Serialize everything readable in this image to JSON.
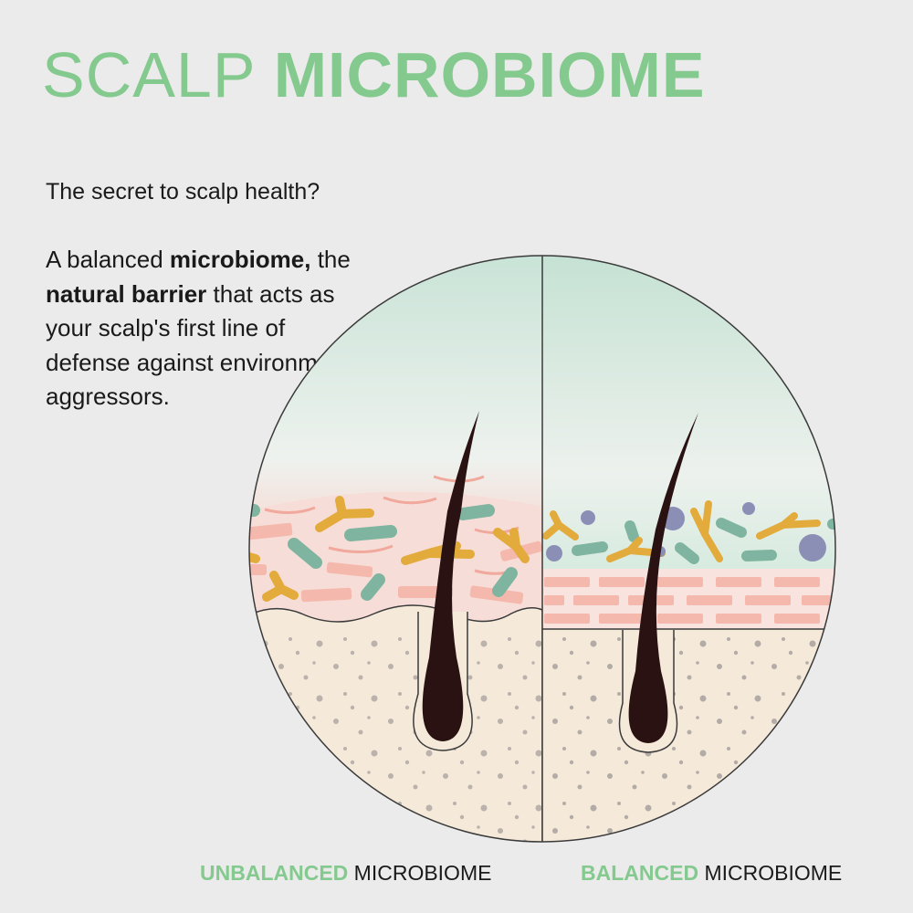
{
  "title": {
    "light": "SCALP",
    "bold": "MICROBIOME"
  },
  "question": "The secret to scalp health?",
  "paragraph": {
    "p1": "A balanced ",
    "b1": "microbiome,",
    "p2": " the ",
    "b2": "natural barrier",
    "p3": " that acts as your scalp's first line of defense against environmental aggressors."
  },
  "labels": {
    "left": {
      "highlight": "UNBALANCED",
      "rest": " MICROBIOME"
    },
    "right": {
      "highlight": "BALANCED",
      "rest": " MICROBIOME"
    }
  },
  "colors": {
    "accent": "#84c98e",
    "background": "#ebebeb",
    "teal": "#7fb5a0",
    "yellow": "#e2ab3c",
    "pink": "#f4b9ae",
    "purple": "#8c8fb5",
    "hair": "#2a1213",
    "dermis": "#f5e9da"
  }
}
